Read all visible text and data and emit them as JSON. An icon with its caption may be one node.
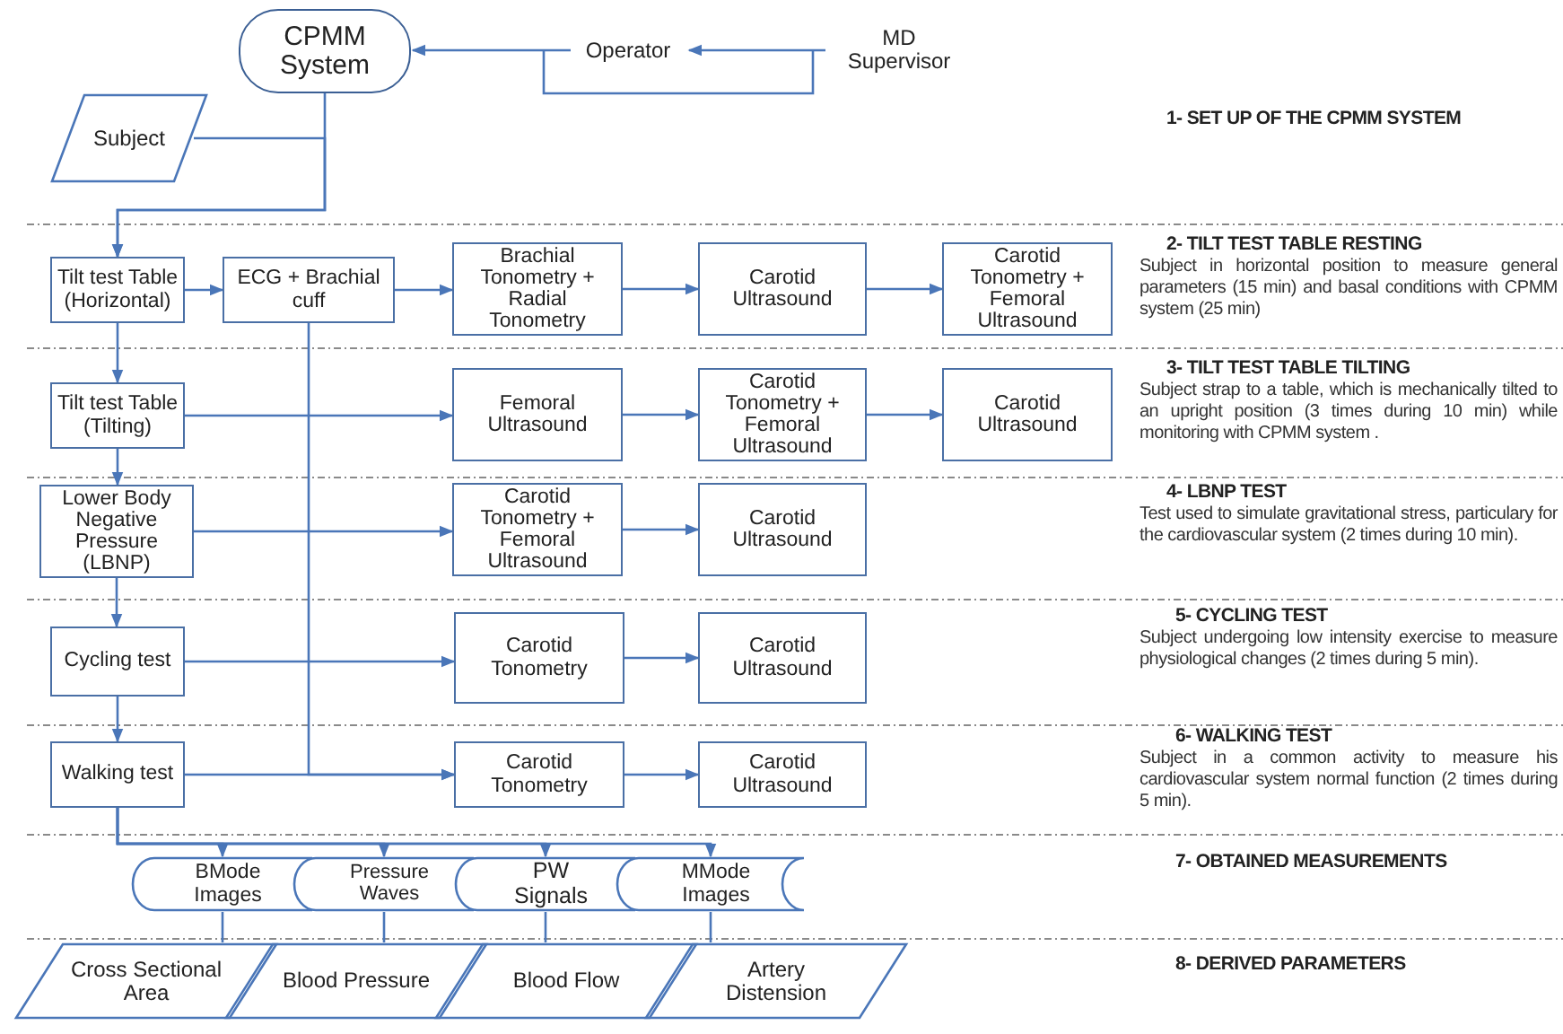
{
  "diagram": {
    "nodes": [
      {
        "text": [
          "CPMM System"
        ]
      },
      {
        "text": [
          "Operator"
        ]
      },
      {
        "text": [
          "MD Supervisor"
        ]
      },
      {
        "text": [
          "Subject"
        ]
      },
      {
        "text": [
          "Tilt test Table (Horizontal)"
        ]
      },
      {
        "text": [
          "ECG + Brachial cuff"
        ]
      },
      {
        "text": [
          "Brachial Tonometry + Radial Tonometry"
        ]
      },
      {
        "text": [
          "Carotid Ultrasound"
        ]
      },
      {
        "text": [
          "Carotid Tonometry + Femoral Ultrasound"
        ]
      },
      {
        "text": [
          "Tilt test Table (Tilting)"
        ]
      },
      {
        "text": [
          "Femoral Ultrasound"
        ]
      },
      {
        "text": [
          "Carotid Tonometry + Femoral Ultrasound"
        ]
      },
      {
        "text": [
          "Carotid Ultrasound"
        ]
      },
      {
        "text": [
          "Lower Body Negative Pressure (LBNP)"
        ]
      },
      {
        "text": [
          "Carotid Tonometry + Femoral Ultrasound"
        ]
      },
      {
        "text": [
          "Carotid Ultrasound"
        ]
      },
      {
        "text": [
          "Cycling test"
        ]
      },
      {
        "text": [
          "Carotid Tonometry"
        ]
      },
      {
        "text": [
          "Carotid Ultrasound"
        ]
      },
      {
        "text": [
          "Walking test"
        ]
      },
      {
        "text": [
          "Carotid Tonometry"
        ]
      },
      {
        "text": [
          "Carotid Ultrasound"
        ]
      },
      {
        "text": [
          "BMode Images"
        ]
      },
      {
        "text": [
          "Pressure Waves"
        ]
      },
      {
        "text": [
          "PW Signals"
        ]
      },
      {
        "text": [
          "MMode Images"
        ]
      },
      {
        "text": [
          "Cross Sectional Area"
        ]
      },
      {
        "text": [
          "Blood Pressure"
        ]
      },
      {
        "text": [
          "Blood Flow"
        ]
      },
      {
        "text": [
          "Artery Distension"
        ]
      }
    ],
    "edges": [
      {
        "from": 1,
        "to": 0,
        "arrow": "to"
      },
      {
        "from": 2,
        "to": 1,
        "arrow": "to"
      },
      {
        "from": 0,
        "to": 4,
        "arrow": "to"
      },
      {
        "from": 3,
        "to": 4,
        "arrow": "to"
      },
      {
        "from": 4,
        "to": 5,
        "arrow": "to"
      },
      {
        "from": 5,
        "to": 6,
        "arrow": "to"
      },
      {
        "from": 6,
        "to": 7,
        "arrow": "to"
      },
      {
        "from": 7,
        "to": 8,
        "arrow": "to"
      },
      {
        "from": 4,
        "to": 9,
        "arrow": "to"
      },
      {
        "from": 9,
        "to": 10,
        "arrow": "to"
      },
      {
        "from": 10,
        "to": 11,
        "arrow": "to"
      },
      {
        "from": 11,
        "to": 12,
        "arrow": "to"
      },
      {
        "from": 9,
        "to": 13,
        "arrow": "to"
      },
      {
        "from": 13,
        "to": 14,
        "arrow": "to"
      },
      {
        "from": 14,
        "to": 15,
        "arrow": "to"
      },
      {
        "from": 13,
        "to": 16,
        "arrow": "to"
      },
      {
        "from": 16,
        "to": 17,
        "arrow": "to"
      },
      {
        "from": 17,
        "to": 18,
        "arrow": "to"
      },
      {
        "from": 16,
        "to": 19,
        "arrow": "to"
      },
      {
        "from": 19,
        "to": 20,
        "arrow": "to"
      },
      {
        "from": 20,
        "to": 21,
        "arrow": "to"
      },
      {
        "from": 5,
        "to": 20,
        "arrow": "to"
      },
      {
        "from": 19,
        "to": 22,
        "arrow": "to"
      },
      {
        "from": 19,
        "to": 23,
        "arrow": "to"
      },
      {
        "from": 19,
        "to": 24,
        "arrow": "to"
      },
      {
        "from": 19,
        "to": 25,
        "arrow": "to"
      },
      {
        "from": 22,
        "to": 26,
        "arrow": "none"
      },
      {
        "from": 23,
        "to": 27,
        "arrow": "none"
      },
      {
        "from": 24,
        "to": 28,
        "arrow": "none"
      },
      {
        "from": 25,
        "to": 29,
        "arrow": "none"
      }
    ],
    "labels": [
      "1- SET UP OF THE CPMM SYSTEM",
      "2- TILT TEST TABLE RESTING",
      "Subject in horizontal position to measure general parameters (15 min) and basal conditions with CPMM system (25 min)",
      "3- TILT TEST TABLE TILTING",
      "Subject strap to a table, which is mechanically tilted to an upright position (3 times during 10 min) while monitoring with CPMM system .",
      "4- LBNP TEST",
      "Test used to simulate gravitational stress, particulary for the cardiovascular system (2 times during 10 min).",
      "5- CYCLING TEST",
      "Subject undergoing low intensity exercise to measure physiological changes (2 times during 5 min).",
      "6- WALKING TEST",
      "Subject in a common activity to measure his cardiovascular system normal function (2 times during 5 min).",
      "7- OBTAINED MEASUREMENTS",
      "8- DERIVED PARAMETERS"
    ]
  }
}
